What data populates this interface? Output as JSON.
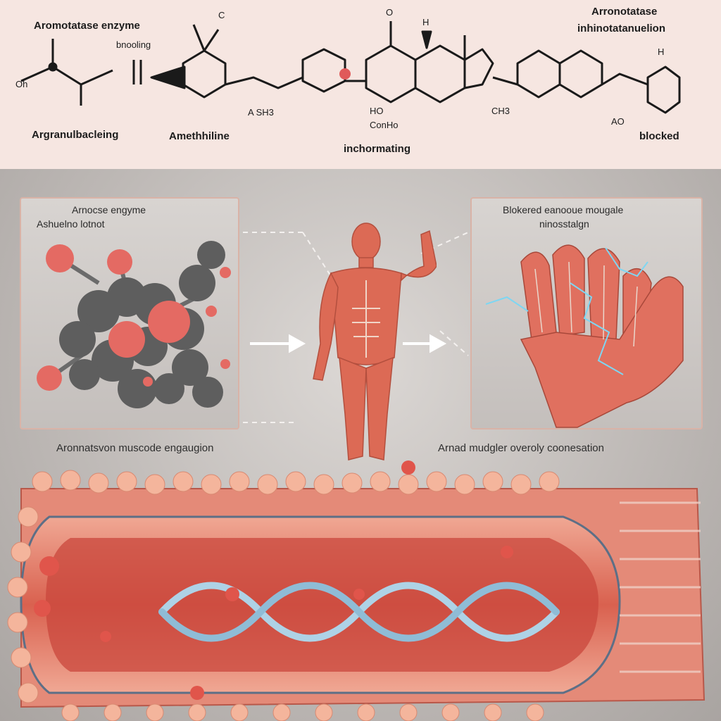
{
  "top": {
    "title_left": "Aromotatase enzyme",
    "subtitle_left": "bnooling",
    "title_right_1": "Arronotatase",
    "title_right_2": "inhinotatanuelion",
    "label_oh": "Oh",
    "label_c": "C",
    "label_o_top": "O",
    "label_h_top": "H",
    "label_h_right": "H",
    "label_ash": "A SH3",
    "label_ho": "HO",
    "label_conh": "ConHo",
    "label_ch3": "CH3",
    "label_ao": "AO",
    "label_argran": "Argranulbacleing",
    "label_amethi": "Amethhiline",
    "label_inchor": "inchormating",
    "label_blocked": "blocked"
  },
  "left_panel": {
    "title_1": "Arnocse engyme",
    "title_2": "Ashuelno lotnot"
  },
  "right_panel": {
    "title_1": "Blokered eanooue mougale",
    "title_2": "ninosstalgn"
  },
  "captions": {
    "left": "Aronnatsvon muscode engaugion",
    "right": "Arnad mudgler overoly coonesation"
  },
  "colors": {
    "top_bg": "#f6e6e1",
    "muscle": "#e0705f",
    "molecule_grey": "#5e5e5e",
    "molecule_red": "#e46a63",
    "helix": "#aed2e6"
  }
}
